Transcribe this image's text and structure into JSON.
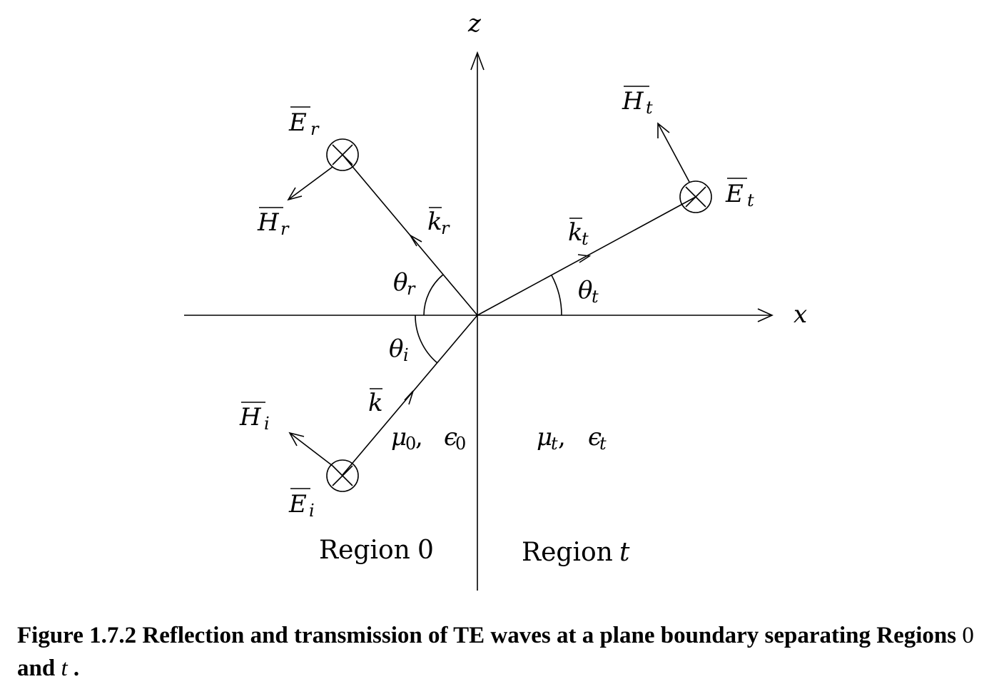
{
  "axes": {
    "x_label": "x",
    "z_label": "z"
  },
  "vectors": {
    "k_incident": "k",
    "k_reflected": {
      "base": "k",
      "sub": "r"
    },
    "k_transmitted": {
      "base": "k",
      "sub": "t"
    },
    "E_incident": {
      "base": "E",
      "sub": "i"
    },
    "H_incident": {
      "base": "H",
      "sub": "i"
    },
    "E_reflected": {
      "base": "E",
      "sub": "r"
    },
    "H_reflected": {
      "base": "H",
      "sub": "r"
    },
    "E_transmitted": {
      "base": "E",
      "sub": "t"
    },
    "H_transmitted": {
      "base": "H",
      "sub": "t"
    }
  },
  "angles": {
    "incident": {
      "base": "θ",
      "sub": "i"
    },
    "reflected": {
      "base": "θ",
      "sub": "r"
    },
    "transmitted": {
      "base": "θ",
      "sub": "t"
    }
  },
  "media": {
    "region0": {
      "mu": "μ",
      "mu_sub": "0",
      "sep": ",",
      "eps": "ϵ",
      "eps_sub": "0"
    },
    "regiont": {
      "mu": "μ",
      "mu_sub": "t",
      "sep": ",",
      "eps": "ϵ",
      "eps_sub": "t"
    }
  },
  "regions": {
    "region0": {
      "word": "Region",
      "id": "0"
    },
    "regiont": {
      "word": "Region",
      "id": "t"
    }
  },
  "caption": {
    "part1": "Figure 1.7.2 Reflection and transmission of TE waves at a plane boundary separating Regions ",
    "math1": "0",
    "part2": " and ",
    "math2": "t",
    "part3": " ."
  }
}
